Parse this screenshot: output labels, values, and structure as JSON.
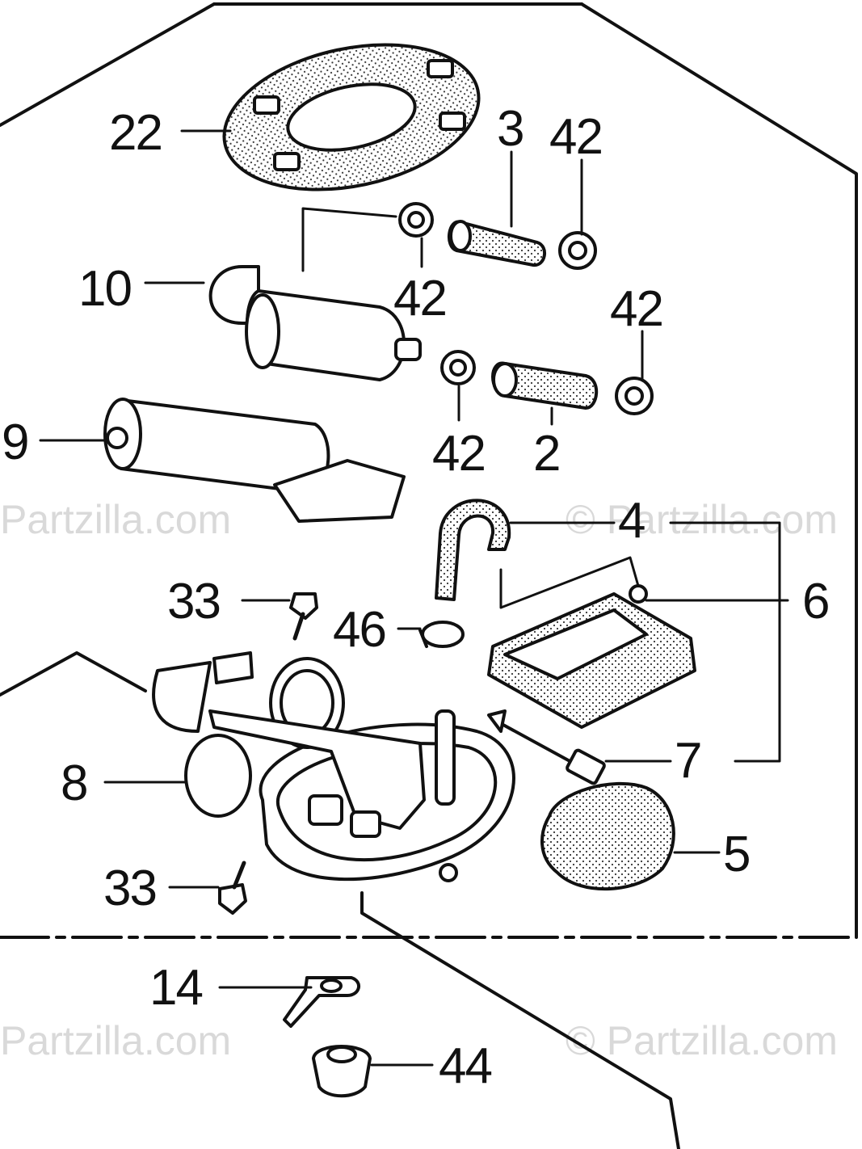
{
  "watermarks": [
    "Partzilla.com",
    "© Partzilla.com",
    "Partzilla.com",
    "© Partzilla.com"
  ],
  "callouts": {
    "p22": "22",
    "p3": "3",
    "p42a": "42",
    "p10": "10",
    "p42b": "42",
    "p42c": "42",
    "p9": "9",
    "p42d": "42",
    "p2": "2",
    "p4": "4",
    "p33a": "33",
    "p6": "6",
    "p46": "46",
    "p7": "7",
    "p8": "8",
    "p5": "5",
    "p33b": "33",
    "p14": "14",
    "p44": "44"
  }
}
